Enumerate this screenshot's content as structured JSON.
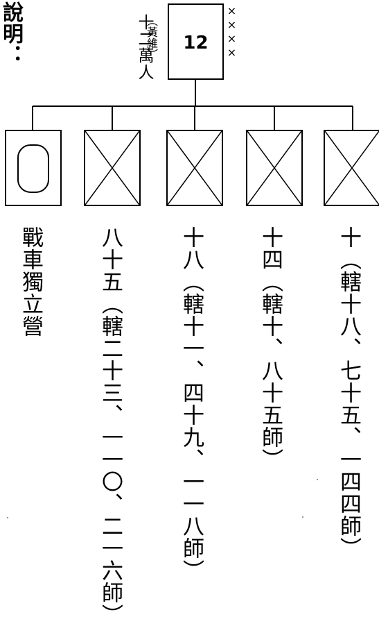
{
  "legend": "說明：",
  "hq": {
    "side_label": "十二萬人",
    "paren_label": "（黃維）",
    "number": "12",
    "crosses": "××××"
  },
  "units": [
    {
      "symbol": "armor-icon",
      "label": "戰車獨立營"
    },
    {
      "symbol": "infantry-icon",
      "label": "八十五（轄二十三、一一〇、二一六師）"
    },
    {
      "symbol": "infantry-icon",
      "label": "十八（轄十一、四十九、一一八師）"
    },
    {
      "symbol": "infantry-icon",
      "label": "十四（轄十、八十五師）"
    },
    {
      "symbol": "infantry-icon",
      "label": "十（轄十八、七十五、一四四師）"
    }
  ]
}
